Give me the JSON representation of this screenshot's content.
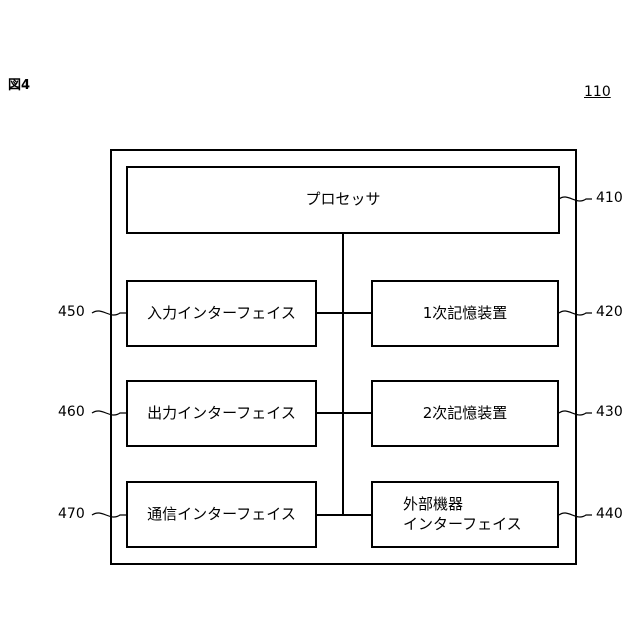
{
  "figure_label": "図4",
  "system_ref": "110",
  "processor": {
    "label": "プロセッサ",
    "ref": "410"
  },
  "memory1": {
    "label": "1次記憶装置",
    "ref": "420"
  },
  "memory2": {
    "label": "2次記憶装置",
    "ref": "430"
  },
  "ext_device_if": {
    "line1": "外部機器",
    "line2": "インターフェイス",
    "ref": "440"
  },
  "input_if": {
    "label": "入力インターフェイス",
    "ref": "450"
  },
  "output_if": {
    "label": "出力インターフェイス",
    "ref": "460"
  },
  "comm_if": {
    "label": "通信インターフェイス",
    "ref": "470"
  }
}
